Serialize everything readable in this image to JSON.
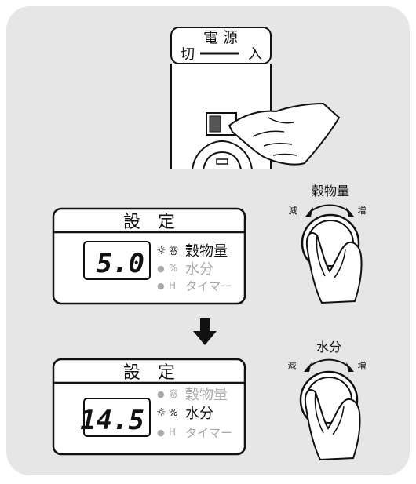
{
  "switch": {
    "label_top": "電 源",
    "label_off": "切",
    "label_on": "入"
  },
  "panel_top": {
    "title": "設　定",
    "display_value": "5.0",
    "items": [
      {
        "glyph": "☼",
        "code": "窓",
        "label": "穀物量",
        "active": true
      },
      {
        "glyph": "●",
        "code": "%",
        "label": "水分",
        "active": false
      },
      {
        "glyph": "●",
        "code": "H",
        "label": "タイマー",
        "active": false
      }
    ]
  },
  "panel_bottom": {
    "title": "設　定",
    "display_value": "14.5",
    "items": [
      {
        "glyph": "●",
        "code": "窓",
        "label": "穀物量",
        "active": false
      },
      {
        "glyph": "☼",
        "code": "%",
        "label": "水分",
        "active": true
      },
      {
        "glyph": "●",
        "code": "H",
        "label": "タイマー",
        "active": false
      }
    ]
  },
  "knob_top": {
    "label": "穀物量",
    "left": "減",
    "right": "増"
  },
  "knob_bottom": {
    "label": "水分",
    "left": "減",
    "right": "増"
  },
  "colors": {
    "card": "#e6e6e6",
    "ink": "#111111",
    "inactive": "#a8a8a8"
  }
}
